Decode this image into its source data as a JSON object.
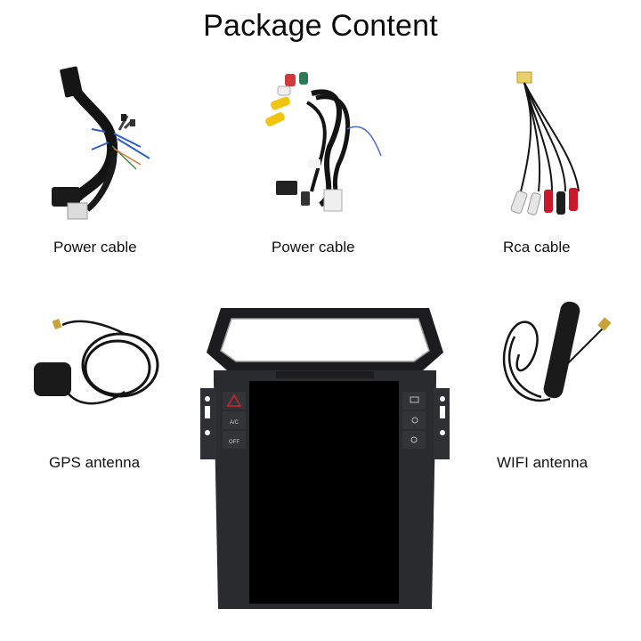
{
  "page": {
    "title": "Package Content"
  },
  "items": [
    {
      "label": "Power cable",
      "icon": "power-cable-harness-1"
    },
    {
      "label": "Power cable",
      "icon": "power-cable-harness-2"
    },
    {
      "label": "Rca cable",
      "icon": "rca-cable"
    },
    {
      "label": "GPS antenna",
      "icon": "gps-antenna"
    },
    {
      "label": "WIFI antenna",
      "icon": "wifi-antenna"
    }
  ],
  "head_unit": {
    "icon": "car-stereo-head-unit",
    "left_buttons": [
      "hazard",
      "A/C",
      "OFF"
    ],
    "right_buttons": [
      "rear-defrost",
      "fan",
      "recirculation"
    ]
  },
  "colors": {
    "background": "#ffffff",
    "text": "#111111",
    "cable": "#141414",
    "screen": "#000000",
    "bezel": "#2a2b2e",
    "hazard_red": "#d0252b",
    "rca_red": "#c8182a",
    "rca_white": "#e6e6e6",
    "rca_yellow": "#f2c400",
    "connector_gold": "#c9a23a"
  }
}
